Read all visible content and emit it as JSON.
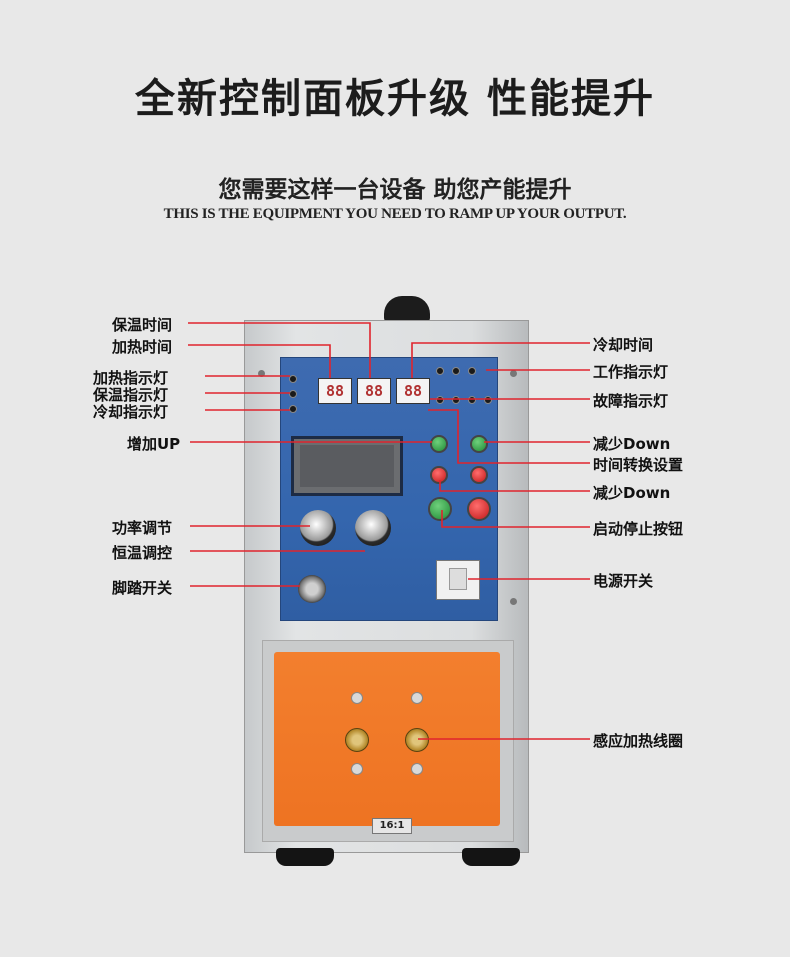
{
  "title": "全新控制面板升级 性能提升",
  "subtitle": "您需要这样一台设备 助您产能提升",
  "subtitle_en": "THIS IS THE EQUIPMENT YOU NEED TO RAMP UP YOUR OUTPUT.",
  "left_labels": [
    "保温时间",
    "加热时间",
    "加热指示灯",
    "保温指示灯",
    "冷却指示灯",
    "增加UP",
    "功率调节",
    "恒温调控",
    "脚踏开关"
  ],
  "right_labels": [
    "冷却时间",
    "工作指示灯",
    "故障指示灯",
    "减少Down",
    "时间转换设置",
    "减少Down",
    "启动停止按钮",
    "电源开关",
    "感应加热线圈"
  ],
  "display_digits": [
    "88",
    "88",
    "88"
  ],
  "coil_ratio": "16:1",
  "colors": {
    "annotation_line": "#e0242d",
    "panel": "#3466ae",
    "coil_plate": "#ef7524"
  }
}
